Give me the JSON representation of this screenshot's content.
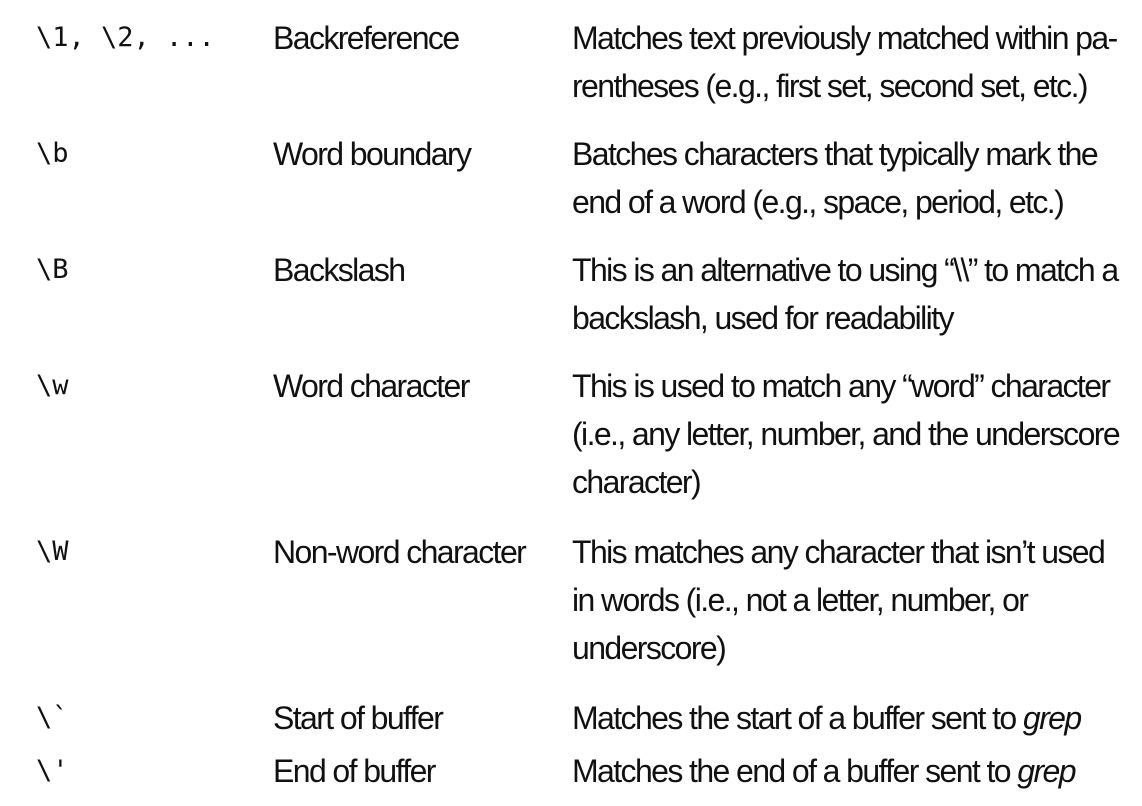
{
  "rows": [
    {
      "code": "\\1, \\2, ...",
      "name": "Backreference",
      "desc": "Matches text previously matched within pa-rentheses (e.g., first set, second set, etc.)"
    },
    {
      "code": "\\b",
      "name": "Word boundary",
      "desc": "Batches characters that typically mark the end of a word (e.g., space, period, etc.)"
    },
    {
      "code": "\\B",
      "name": "Backslash",
      "desc": "This is an alternative to using “\\\\” to match a backslash, used for readability"
    },
    {
      "code": "\\w",
      "name": "Word character",
      "desc": "This is used to match any “word” character (i.e., any letter, number, and the underscore character)"
    },
    {
      "code": "\\W",
      "name": "Non-word character",
      "desc": "This matches any character that isn’t used in words (i.e., not a letter, number, or underscore)"
    },
    {
      "code": "\\`",
      "name": "Start of buffer",
      "desc_prefix": "Matches the start of a buffer sent to ",
      "desc_emphasis": "grep"
    },
    {
      "code": "\\'",
      "name": "End of buffer",
      "desc_prefix": "Matches the end of a buffer sent to ",
      "desc_emphasis": "grep"
    }
  ]
}
